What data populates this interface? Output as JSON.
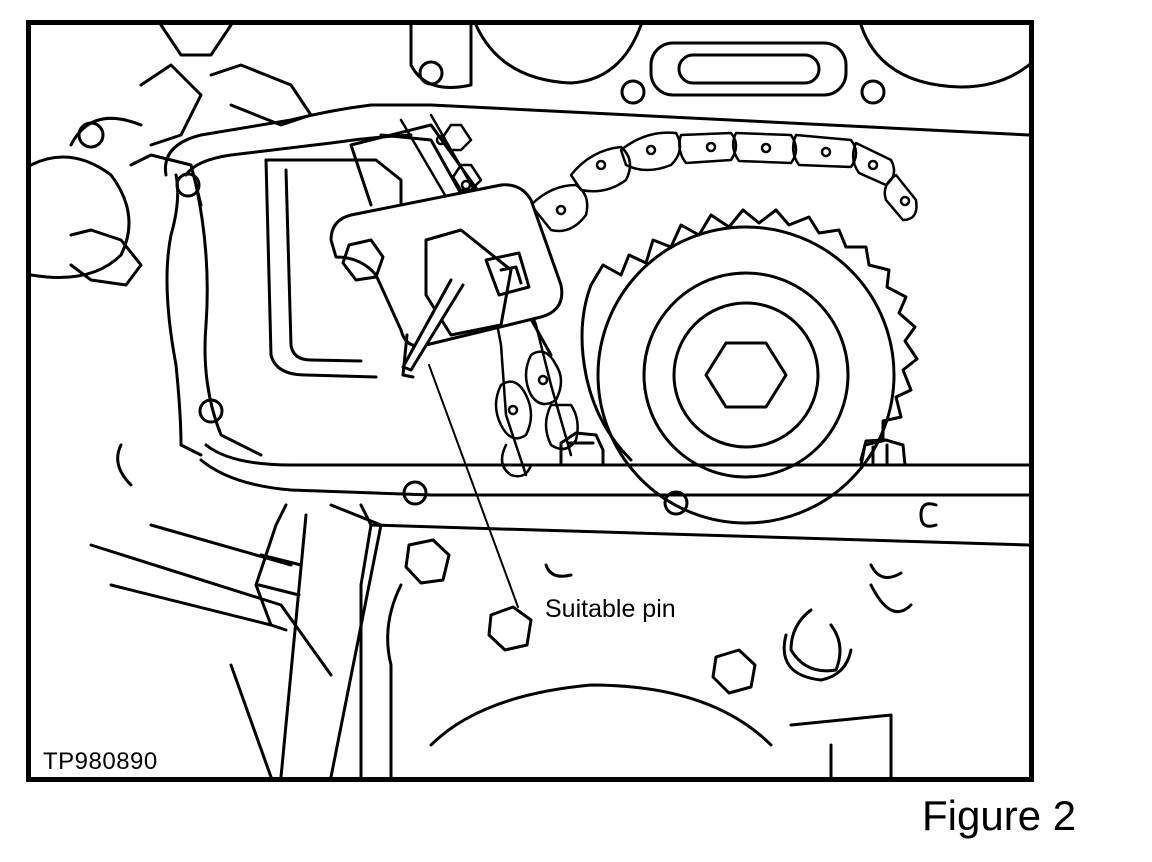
{
  "figure": {
    "caption": "Figure 2",
    "code": "TP980890",
    "callout_label": "Suitable pin"
  },
  "colors": {
    "line": "#000000",
    "background": "#ffffff"
  },
  "icons": {
    "pin": "pin-tool",
    "sprocket": "camshaft-sprocket",
    "chain": "timing-chain",
    "tensioner": "chain-tensioner"
  }
}
